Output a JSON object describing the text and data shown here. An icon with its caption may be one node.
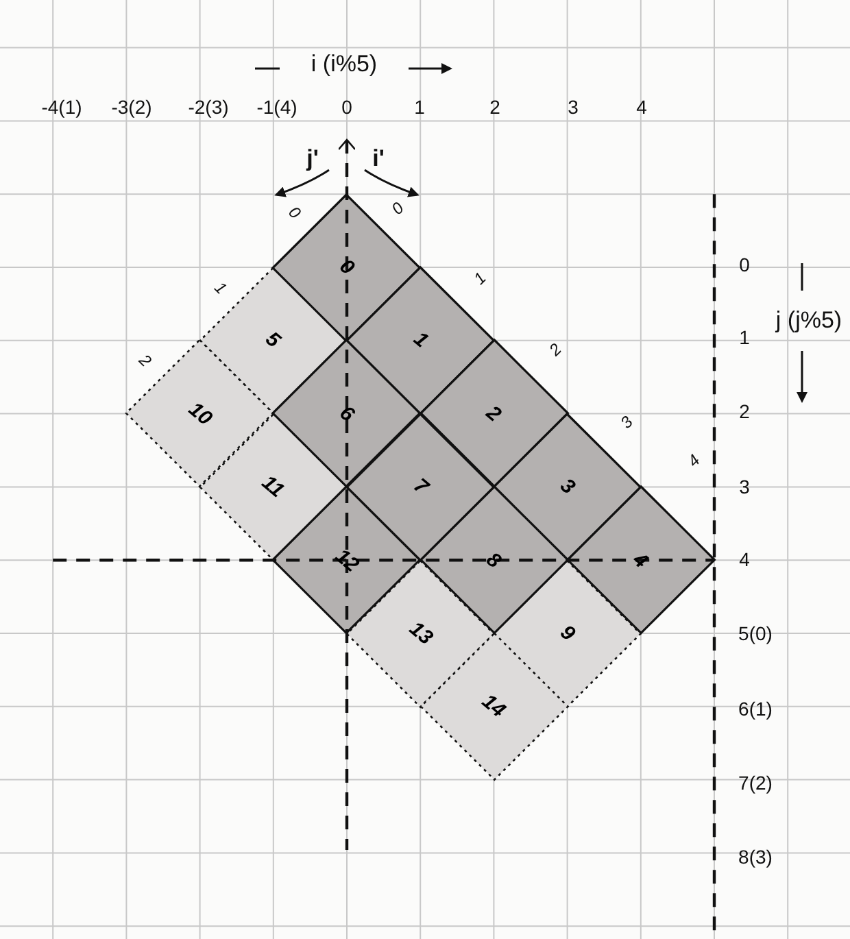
{
  "diagram": {
    "nodes": [
      {
        "text": [
          "0"
        ]
      },
      {
        "text": [
          "1"
        ]
      },
      {
        "text": [
          "2"
        ]
      },
      {
        "text": [
          "3"
        ]
      },
      {
        "text": [
          "4"
        ]
      },
      {
        "text": [
          "5"
        ]
      },
      {
        "text": [
          "6"
        ]
      },
      {
        "text": [
          "7"
        ]
      },
      {
        "text": [
          "8"
        ]
      },
      {
        "text": [
          "9"
        ]
      },
      {
        "text": [
          "10"
        ]
      },
      {
        "text": [
          "11"
        ]
      },
      {
        "text": [
          "12"
        ]
      },
      {
        "text": [
          "13"
        ]
      },
      {
        "text": [
          "14"
        ]
      }
    ],
    "labels": [
      "i (i%5)",
      "-4(1)",
      "-3(2)",
      "-2(3)",
      "-1(4)",
      "0",
      "1",
      "2",
      "3",
      "4",
      "j'",
      "i'",
      "0",
      "0",
      "0",
      "1",
      "1",
      "j (j%5)",
      "1",
      "2",
      "2",
      "2",
      "3",
      "3",
      "4",
      "4",
      "5(0)",
      "6(1)",
      "7(2)",
      "8(3)"
    ]
  }
}
